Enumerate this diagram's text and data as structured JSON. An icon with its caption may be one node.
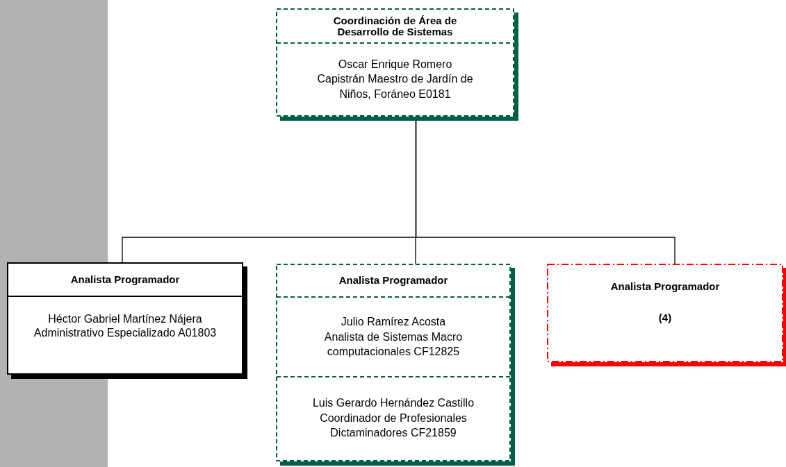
{
  "diagram": {
    "nodes": [
      {
        "text": [
          "Coordinación de Área de Desarrollo de Sistemas",
          "Oscar Enrique Romero Capistrán Maestro de Jardín de Niños, Foráneo E0181"
        ]
      },
      {
        "text": [
          "Analista Programador",
          "Héctor Gabriel Martínez Nájera Administrativo Especializado A01803"
        ]
      },
      {
        "text": [
          "Analista Programador",
          "Julio Ramírez Acosta Analista de Sistemas Macro computacionales CF12825",
          "Luis Gerardo Hernández Castillo Coordinador de Profesionales Dictaminadores CF21859"
        ]
      },
      {
        "text": [
          "Analista Programador",
          "(4)"
        ]
      }
    ],
    "edges": [
      {
        "from": 0,
        "to": 1,
        "arrow": "none"
      },
      {
        "from": 0,
        "to": 2,
        "arrow": "none"
      },
      {
        "from": 0,
        "to": 3,
        "arrow": "none"
      }
    ]
  }
}
